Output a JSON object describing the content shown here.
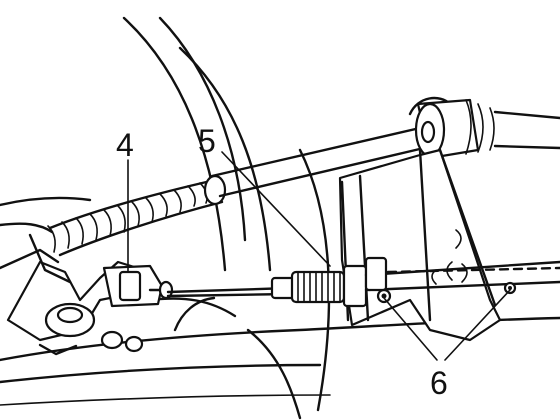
{
  "callouts": {
    "four": "4",
    "five": "5",
    "six": "6"
  }
}
